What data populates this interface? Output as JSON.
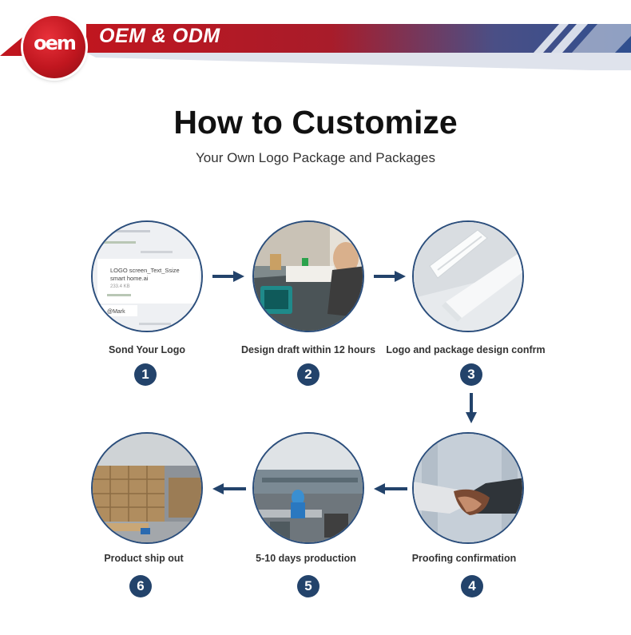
{
  "header": {
    "logo_text": "oem",
    "title": "OEM & ODM"
  },
  "heading": {
    "title": "How to Customize",
    "subtitle": "Your Own Logo Package and Packages"
  },
  "colors": {
    "accent_navy": "#23436b",
    "banner_red": "#c0161f",
    "banner_blue": "#2f4f8f"
  },
  "chat_preview": {
    "file_name": "LOGO screen_Text_Ssize",
    "file_sub": "smart home.ai",
    "file_size": "233.4 KB",
    "mention": "@Mark"
  },
  "steps": [
    {
      "number": "1",
      "label": "Sond Your Logo"
    },
    {
      "number": "2",
      "label": "Design draft within 12 hours"
    },
    {
      "number": "3",
      "label": "Logo and package design confrm"
    },
    {
      "number": "4",
      "label": "Proofing confirmation"
    },
    {
      "number": "5",
      "label": "5-10 days production"
    },
    {
      "number": "6",
      "label": "Product ship out"
    }
  ]
}
